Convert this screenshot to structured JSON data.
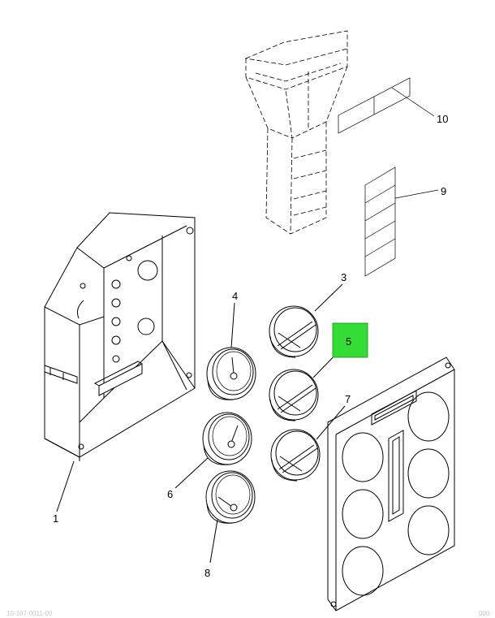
{
  "callouts": {
    "c1": "1",
    "c3": "3",
    "c4": "4",
    "c5": "5",
    "c6": "6",
    "c7": "7",
    "c8": "8",
    "c9": "9",
    "c10": "10"
  },
  "highlight": {
    "color": "#33dd33"
  },
  "footer": {
    "left": "10-107-0011-00",
    "right": "000"
  }
}
